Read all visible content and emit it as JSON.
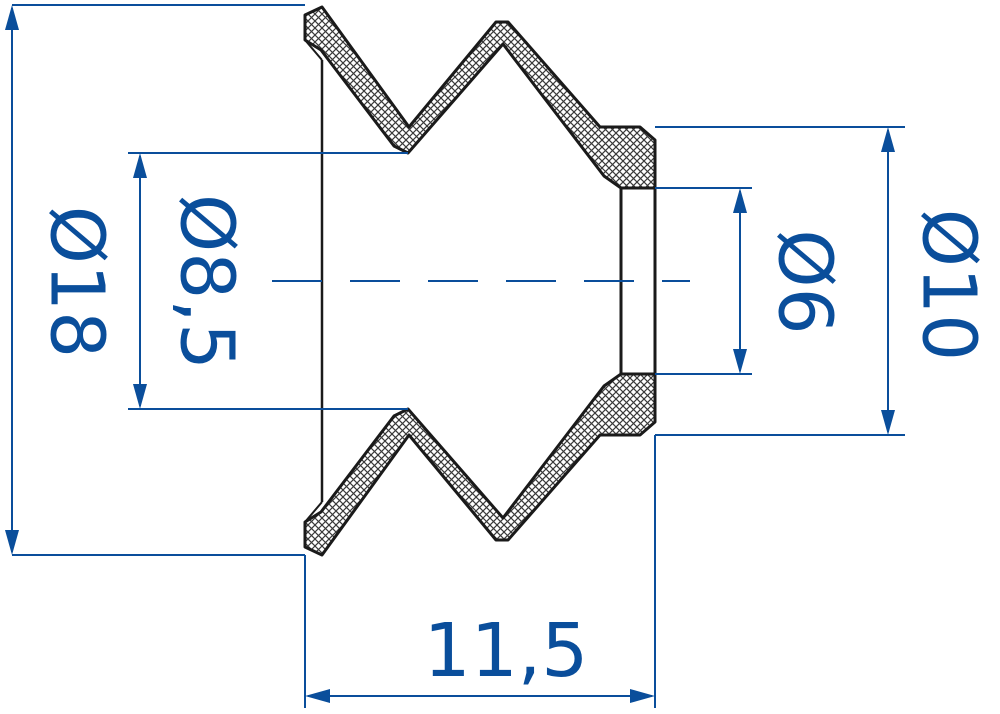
{
  "colors": {
    "dimension": "#0a4e9b",
    "outline": "#1a1a1a",
    "hatch": "#3a3a3a",
    "background": "#ffffff"
  },
  "dimensions": {
    "outer_diameter": "Ø18",
    "inner_diameter": "Ø8,5",
    "bore_diameter": "Ø6",
    "neck_diameter": "Ø10",
    "overall_length": "11,5"
  }
}
